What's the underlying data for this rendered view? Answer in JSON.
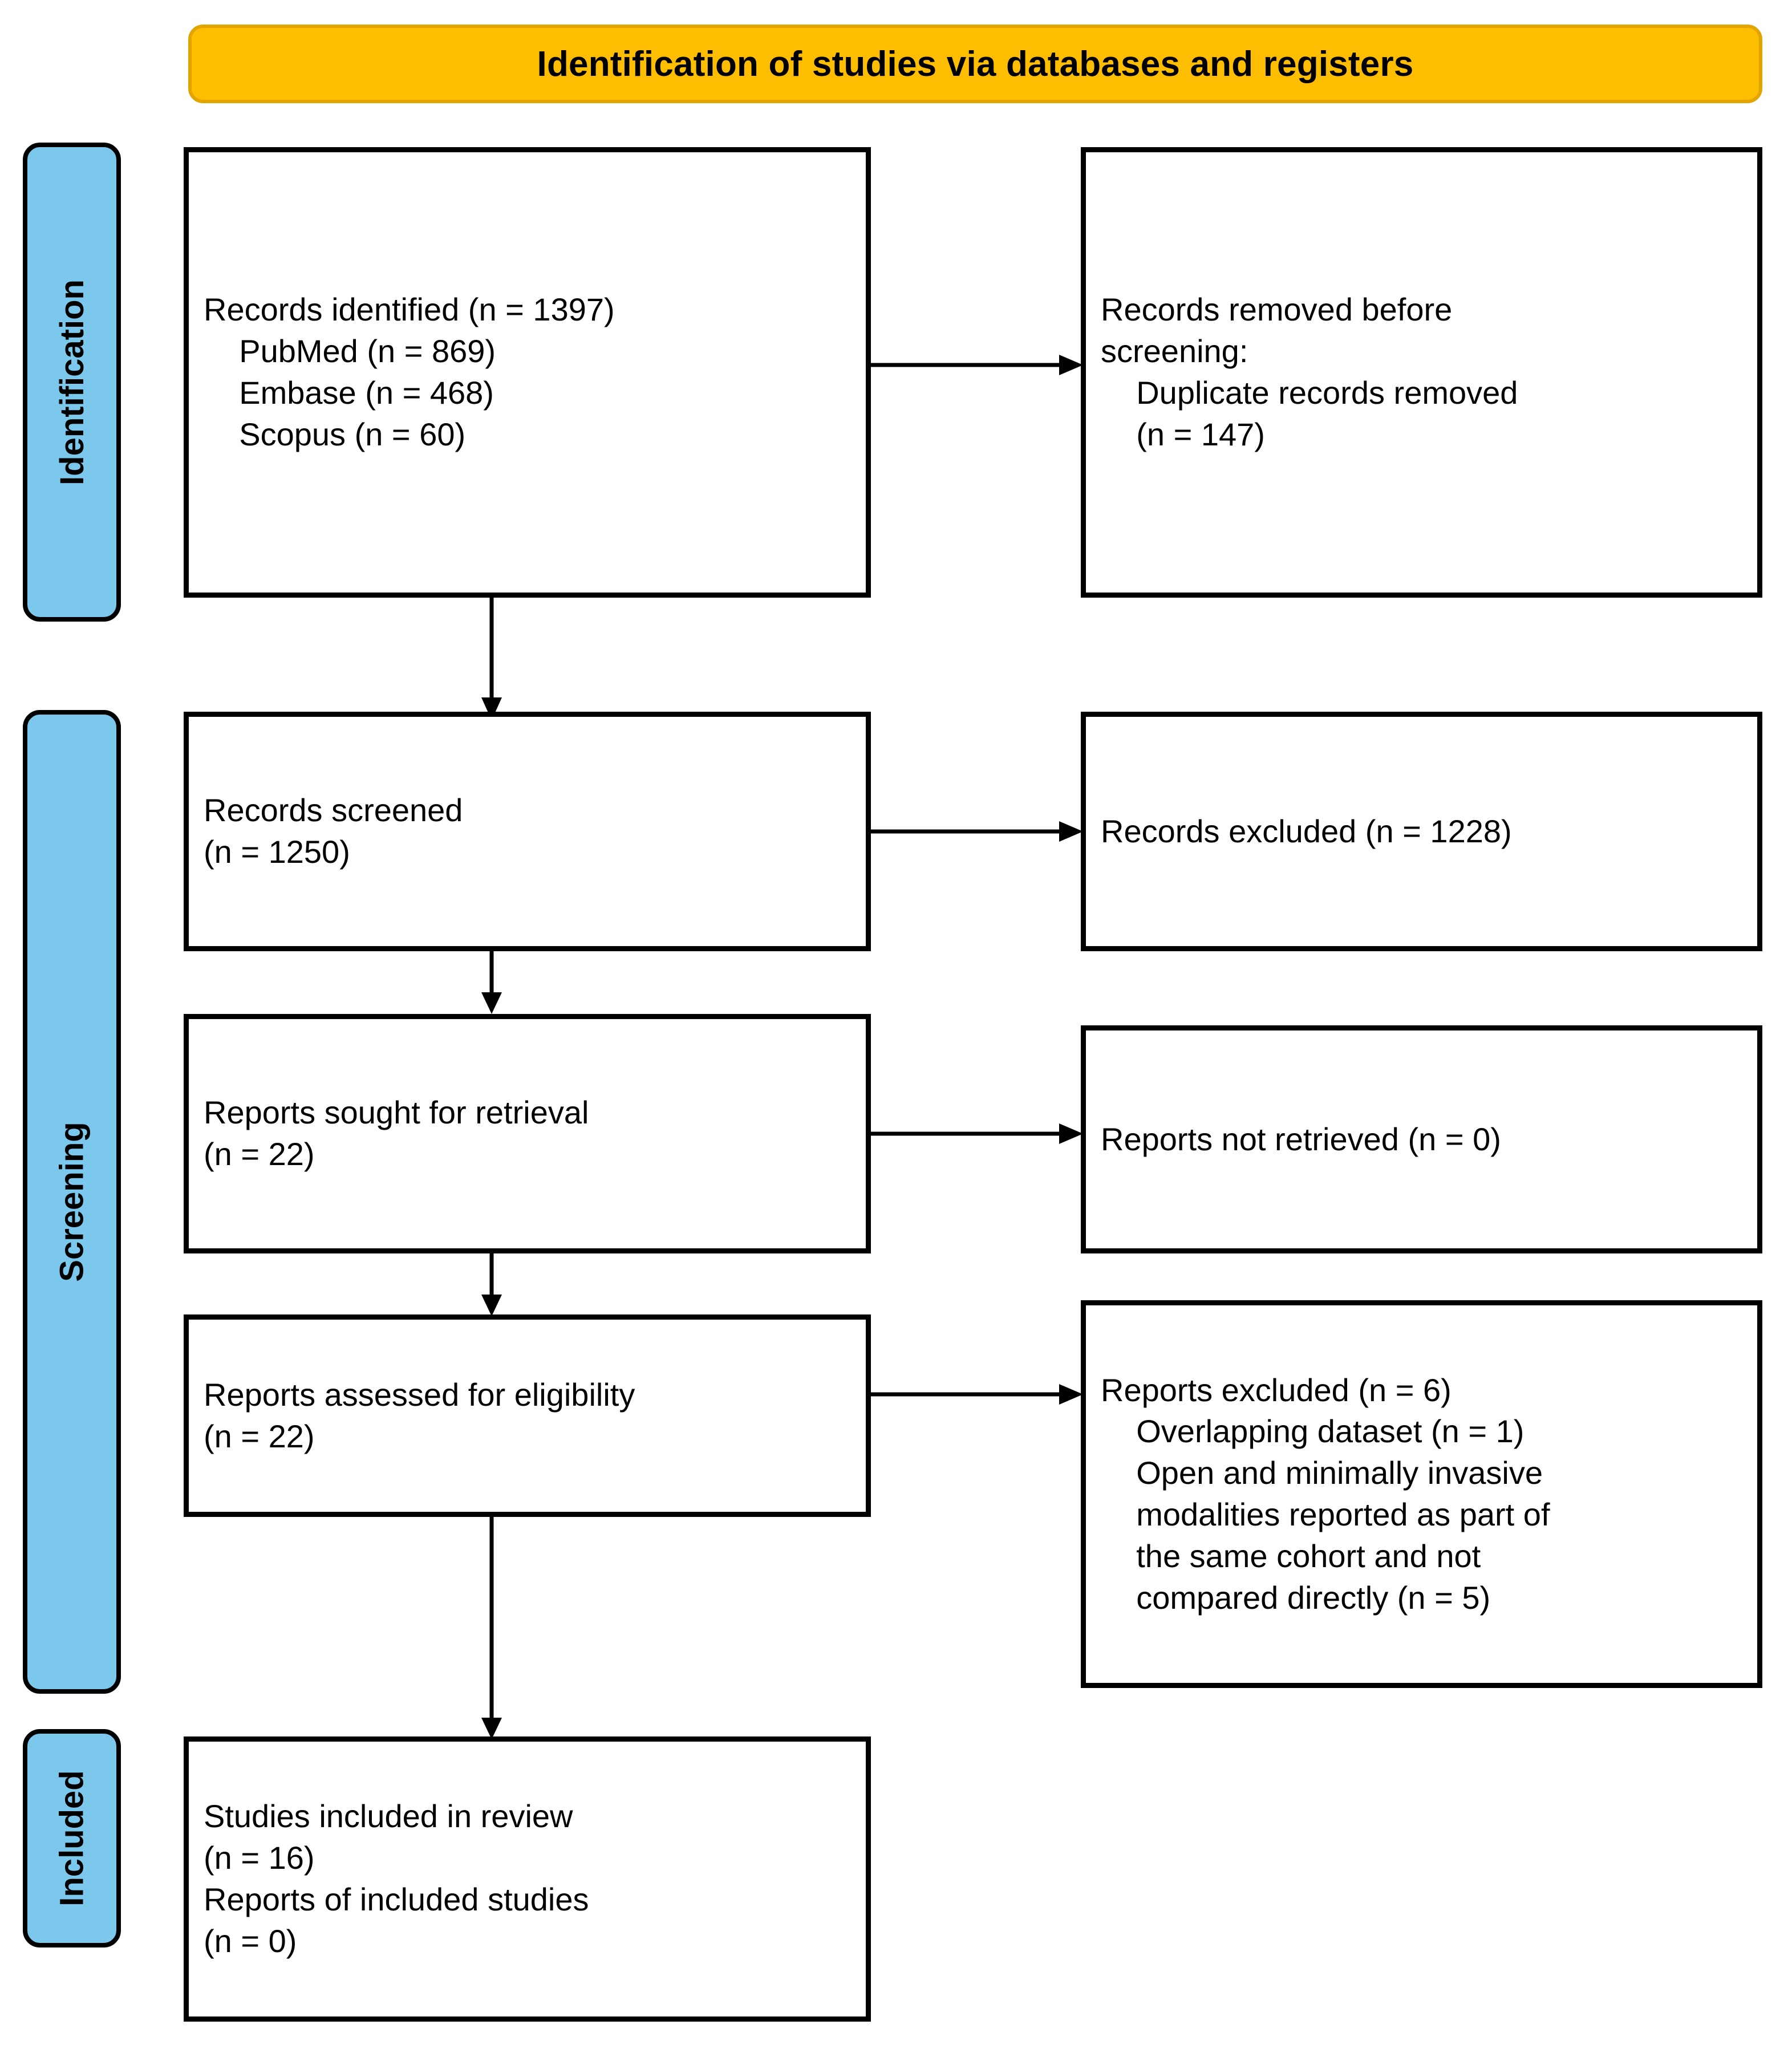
{
  "diagram": {
    "type": "prisma-flow-diagram",
    "header": {
      "title": "Identification of studies via databases and registers"
    },
    "colors": {
      "header_fill": "#FDBE02",
      "header_border": "#E0A500",
      "stage_fill": "#7CC7EC",
      "box_border": "#000000",
      "box_fill": "#FFFFFF",
      "text": "#000000"
    },
    "stages": [
      {
        "id": "identification",
        "label": "Identification"
      },
      {
        "id": "screening",
        "label": "Screening"
      },
      {
        "id": "included",
        "label": "Included"
      }
    ],
    "boxes": [
      {
        "id": "records-identified",
        "stage": "identification",
        "column": "left",
        "text": "Records identified (n = 1397)\n    PubMed (n = 869)\n    Embase (n = 468)\n    Scopus (n = 60)"
      },
      {
        "id": "records-removed",
        "stage": "identification",
        "column": "right",
        "text": "Records removed before\nscreening:\n    Duplicate records removed\n    (n = 147)"
      },
      {
        "id": "records-screened",
        "stage": "screening",
        "column": "left",
        "text": "Records screened\n(n = 1250)"
      },
      {
        "id": "records-excluded",
        "stage": "screening",
        "column": "right",
        "text": "Records excluded (n = 1228)"
      },
      {
        "id": "reports-sought",
        "stage": "screening",
        "column": "left",
        "text": "Reports sought for retrieval\n(n = 22)"
      },
      {
        "id": "reports-not-retrieved",
        "stage": "screening",
        "column": "right",
        "text": "Reports not retrieved (n = 0)"
      },
      {
        "id": "reports-assessed",
        "stage": "screening",
        "column": "left",
        "text": "Reports assessed for eligibility\n(n = 22)"
      },
      {
        "id": "reports-excluded",
        "stage": "screening",
        "column": "right",
        "text": "Reports excluded (n = 6)\n    Overlapping dataset (n = 1)\n    Open and minimally invasive\n    modalities reported as part of\n    the same cohort and not\n    compared directly (n = 5)"
      },
      {
        "id": "studies-included",
        "stage": "included",
        "column": "left",
        "text": "Studies included in review\n(n = 16)\nReports of included studies\n(n = 0)"
      }
    ],
    "counts": {
      "records_identified_total": 1397,
      "pubmed": 869,
      "embase": 468,
      "scopus": 60,
      "duplicate_records_removed": 147,
      "records_screened": 1250,
      "records_excluded": 1228,
      "reports_sought_for_retrieval": 22,
      "reports_not_retrieved": 0,
      "reports_assessed_for_eligibility": 22,
      "reports_excluded": 6,
      "overlapping_dataset": 1,
      "same_cohort_not_compared_directly": 5,
      "studies_included_in_review": 16,
      "reports_of_included_studies": 0
    }
  }
}
